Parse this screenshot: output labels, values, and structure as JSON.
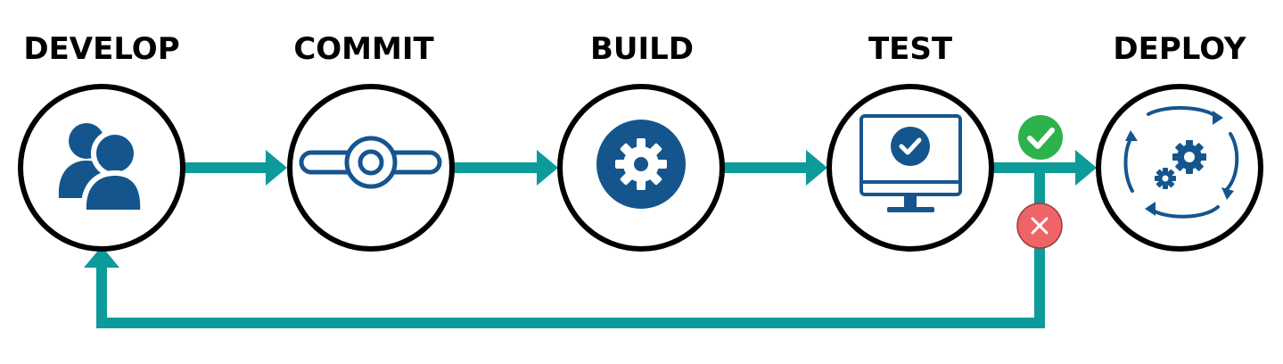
{
  "stages": [
    {
      "label": "DEVELOP",
      "icon": "users-icon"
    },
    {
      "label": "COMMIT",
      "icon": "git-commit-icon"
    },
    {
      "label": "BUILD",
      "icon": "gear-icon"
    },
    {
      "label": "TEST",
      "icon": "monitor-check-icon"
    },
    {
      "label": "DEPLOY",
      "icon": "gears-cycle-icon"
    }
  ],
  "status": {
    "pass": {
      "icon": "check-icon",
      "color": "#2EB24B"
    },
    "fail": {
      "icon": "close-icon",
      "color": "#EF6467"
    }
  },
  "colors": {
    "arrow": "#0D9A9A",
    "icon": "#15558E",
    "circle_border": "#000000"
  }
}
